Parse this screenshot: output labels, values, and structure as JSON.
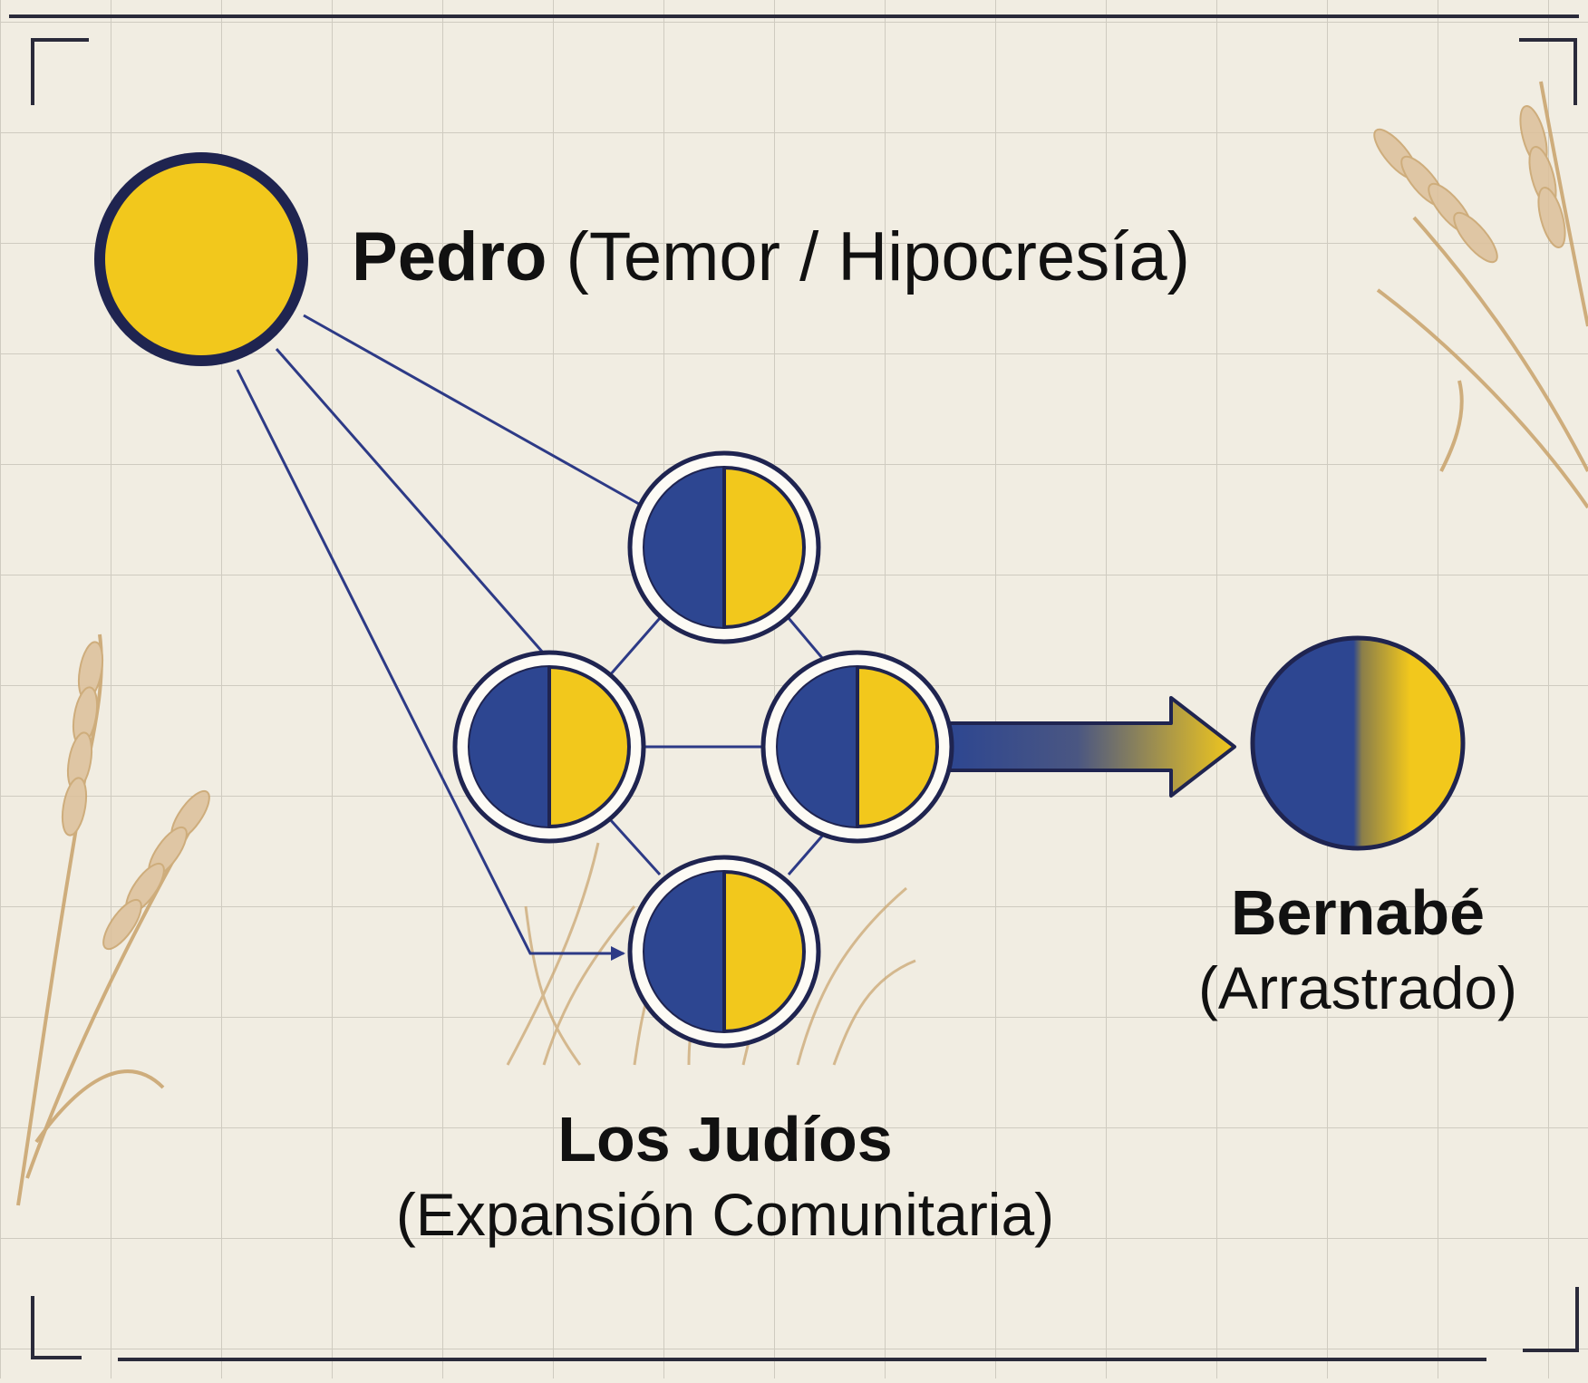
{
  "nodes": {
    "pedro": {
      "name": "Pedro",
      "desc": "(Temor / Hipocresía)"
    },
    "judios": {
      "name": "Los Judíos",
      "desc": "(Expansión Comunitaria)"
    },
    "bernabe": {
      "name": "Bernabé",
      "desc": "(Arrastrado)"
    }
  },
  "colors": {
    "navy": "#2d4691",
    "yellow": "#f2c81c",
    "outline": "#1f2450",
    "grid": "#cfcbc0",
    "background": "#f1ede2",
    "wheat": "#c9a26b"
  }
}
